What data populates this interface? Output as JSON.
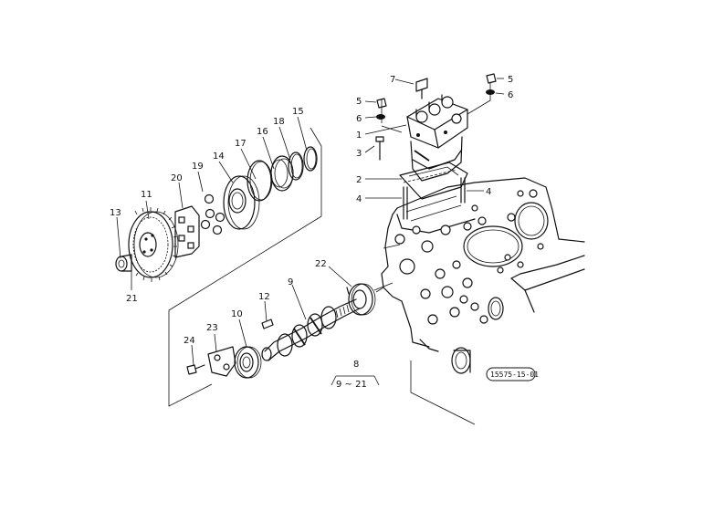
{
  "diagram_code": "15575-15-01",
  "group_label": "8",
  "group_range": "9 ~ 21",
  "parts": [
    {
      "id": "p1",
      "number": "1"
    },
    {
      "id": "p2",
      "number": "2"
    },
    {
      "id": "p3",
      "number": "3"
    },
    {
      "id": "p4a",
      "number": "4"
    },
    {
      "id": "p4b",
      "number": "4"
    },
    {
      "id": "p5a",
      "number": "5"
    },
    {
      "id": "p5b",
      "number": "5"
    },
    {
      "id": "p6a",
      "number": "6"
    },
    {
      "id": "p6b",
      "number": "6"
    },
    {
      "id": "p7",
      "number": "7"
    },
    {
      "id": "p9",
      "number": "9"
    },
    {
      "id": "p10",
      "number": "10"
    },
    {
      "id": "p11",
      "number": "11"
    },
    {
      "id": "p12",
      "number": "12"
    },
    {
      "id": "p13",
      "number": "13"
    },
    {
      "id": "p14",
      "number": "14"
    },
    {
      "id": "p15",
      "number": "15"
    },
    {
      "id": "p16",
      "number": "16"
    },
    {
      "id": "p17",
      "number": "17"
    },
    {
      "id": "p18",
      "number": "18"
    },
    {
      "id": "p19",
      "number": "19"
    },
    {
      "id": "p20",
      "number": "20"
    },
    {
      "id": "p21",
      "number": "21"
    },
    {
      "id": "p22",
      "number": "22"
    },
    {
      "id": "p23",
      "number": "23"
    },
    {
      "id": "p24",
      "number": "24"
    }
  ]
}
